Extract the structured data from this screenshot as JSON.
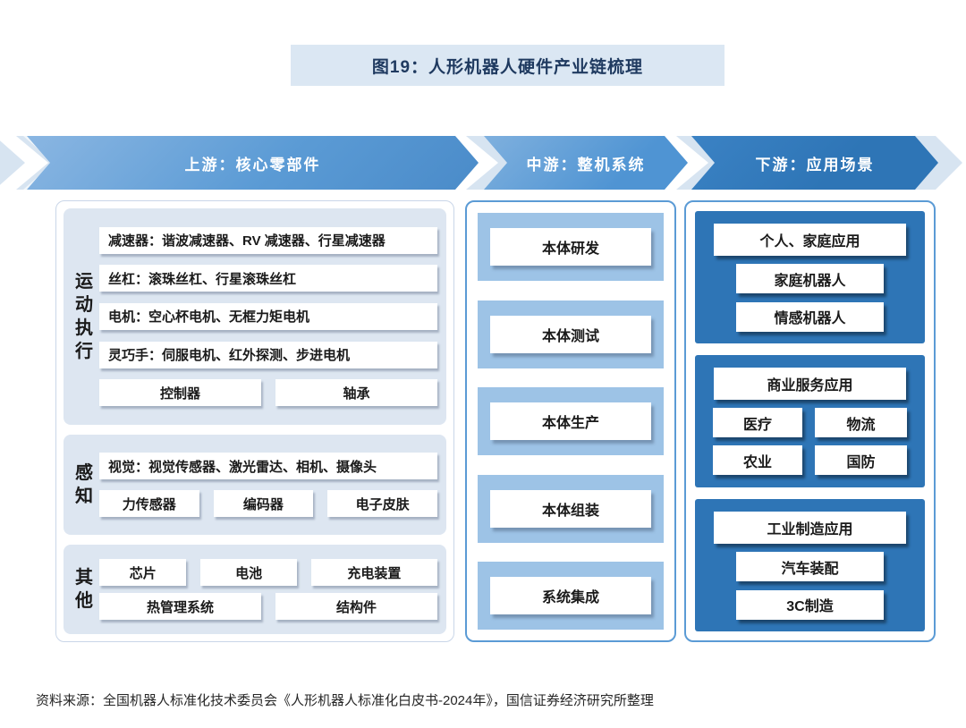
{
  "figure": {
    "title": "图19：人形机器人硬件产业链梳理"
  },
  "stages": {
    "upstream": "上游：核心零部件",
    "midstream": "中游：整机系统",
    "downstream": "下游：应用场景"
  },
  "upstream": {
    "sections": [
      {
        "label": "运动执行",
        "rows": [
          "减速器：谐波减速器、RV 减速器、行星减速器",
          "丝杠：滚珠丝杠、行星滚珠丝杠",
          "电机：空心杯电机、无框力矩电机",
          "灵巧手：伺服电机、红外探测、步进电机"
        ],
        "boxes": [
          "控制器",
          "轴承"
        ]
      },
      {
        "label": "感知",
        "rows": [
          "视觉：视觉传感器、激光雷达、相机、摄像头"
        ],
        "boxes": [
          "力传感器",
          "编码器",
          "电子皮肤"
        ]
      },
      {
        "label": "其他",
        "boxes_row1": [
          "芯片",
          "电池",
          "充电装置"
        ],
        "boxes_row2": [
          "热管理系统",
          "结构件"
        ]
      }
    ]
  },
  "midstream": {
    "steps": [
      "本体研发",
      "本体测试",
      "本体生产",
      "本体组装",
      "系统集成"
    ]
  },
  "downstream": {
    "groups": [
      {
        "header": "个人、家庭应用",
        "items": [
          "家庭机器人",
          "情感机器人"
        ]
      },
      {
        "header": "商业服务应用",
        "items": [
          "医疗",
          "物流",
          "农业",
          "国防"
        ]
      },
      {
        "header": "工业制造应用",
        "items": [
          "汽车装配",
          "3C制造"
        ]
      }
    ]
  },
  "footer": {
    "source": "资料来源：全国机器人标准化技术委员会《人形机器人标准化白皮书-2024年》，国信证券经济研究所整理"
  },
  "colors": {
    "title_bg": "#dbe7f3",
    "title_text": "#1f3a60",
    "arrow_blue": "#5b9bd5",
    "arrow_dark": "#2e75b6",
    "section_bg": "#dde6f1",
    "mid_block": "#9dc3e6",
    "panel_border": "#5b9bd5"
  }
}
